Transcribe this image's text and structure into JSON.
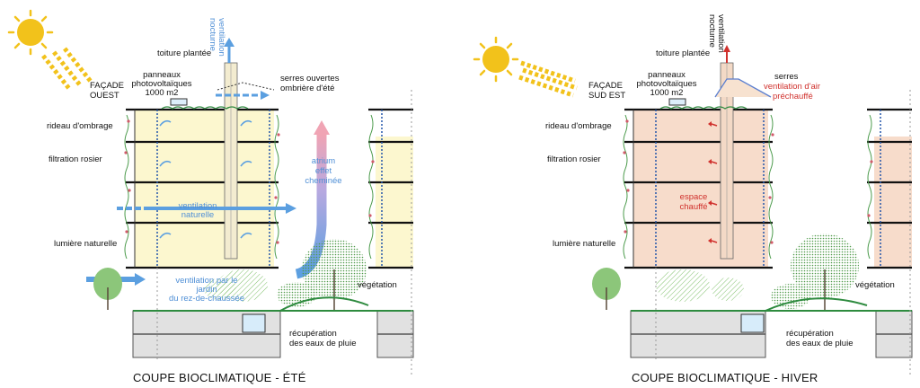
{
  "summer": {
    "title": "COUPE BIOCLIMATIQUE - ÉTÉ",
    "facade": [
      "FAÇADE",
      "OUEST"
    ],
    "roof": "toiture plantée",
    "night_vent": [
      "ventilation",
      "nocturne"
    ],
    "panels": [
      "panneaux",
      "photovoltaïques",
      "1000 m2"
    ],
    "greenhouse": [
      "serres ouvertes",
      "ombrière d'été"
    ],
    "shade": "rideau d'ombrage",
    "filtration": "filtration rosier",
    "natural_vent": [
      "ventilation",
      "naturelle"
    ],
    "light": "lumière naturelle",
    "atrium": [
      "atrium",
      "effet",
      "cheminée"
    ],
    "garden_vent": [
      "ventilation par le",
      "jardin",
      "du rez-de-chaussée"
    ],
    "vegetation": "végétation",
    "rain": [
      "récupération",
      "des eaux de pluie"
    ]
  },
  "winter": {
    "title": "COUPE BIOCLIMATIQUE - HIVER",
    "facade": [
      "FAÇADE",
      "SUD EST"
    ],
    "roof": "toiture plantée",
    "night_vent": [
      "ventilation",
      "nocturne"
    ],
    "panels": [
      "panneaux",
      "photovoltaïques",
      "1000 m2"
    ],
    "greenhouse": [
      "serres",
      "ventilation d'air",
      "préchauffé"
    ],
    "shade": "rideau d'ombrage",
    "filtration": "filtration rosier",
    "heated": [
      "espace",
      "chauffé"
    ],
    "light": "lumière naturelle",
    "vegetation": "végétation",
    "rain": [
      "récupération",
      "des eaux de pluie"
    ]
  },
  "colors": {
    "summer_fill": "#fcf7cf",
    "winter_fill": "#f7dccb",
    "air_blue": "#5b9fe0",
    "warm_red": "#d0312d",
    "sun": "#f2c21b"
  }
}
